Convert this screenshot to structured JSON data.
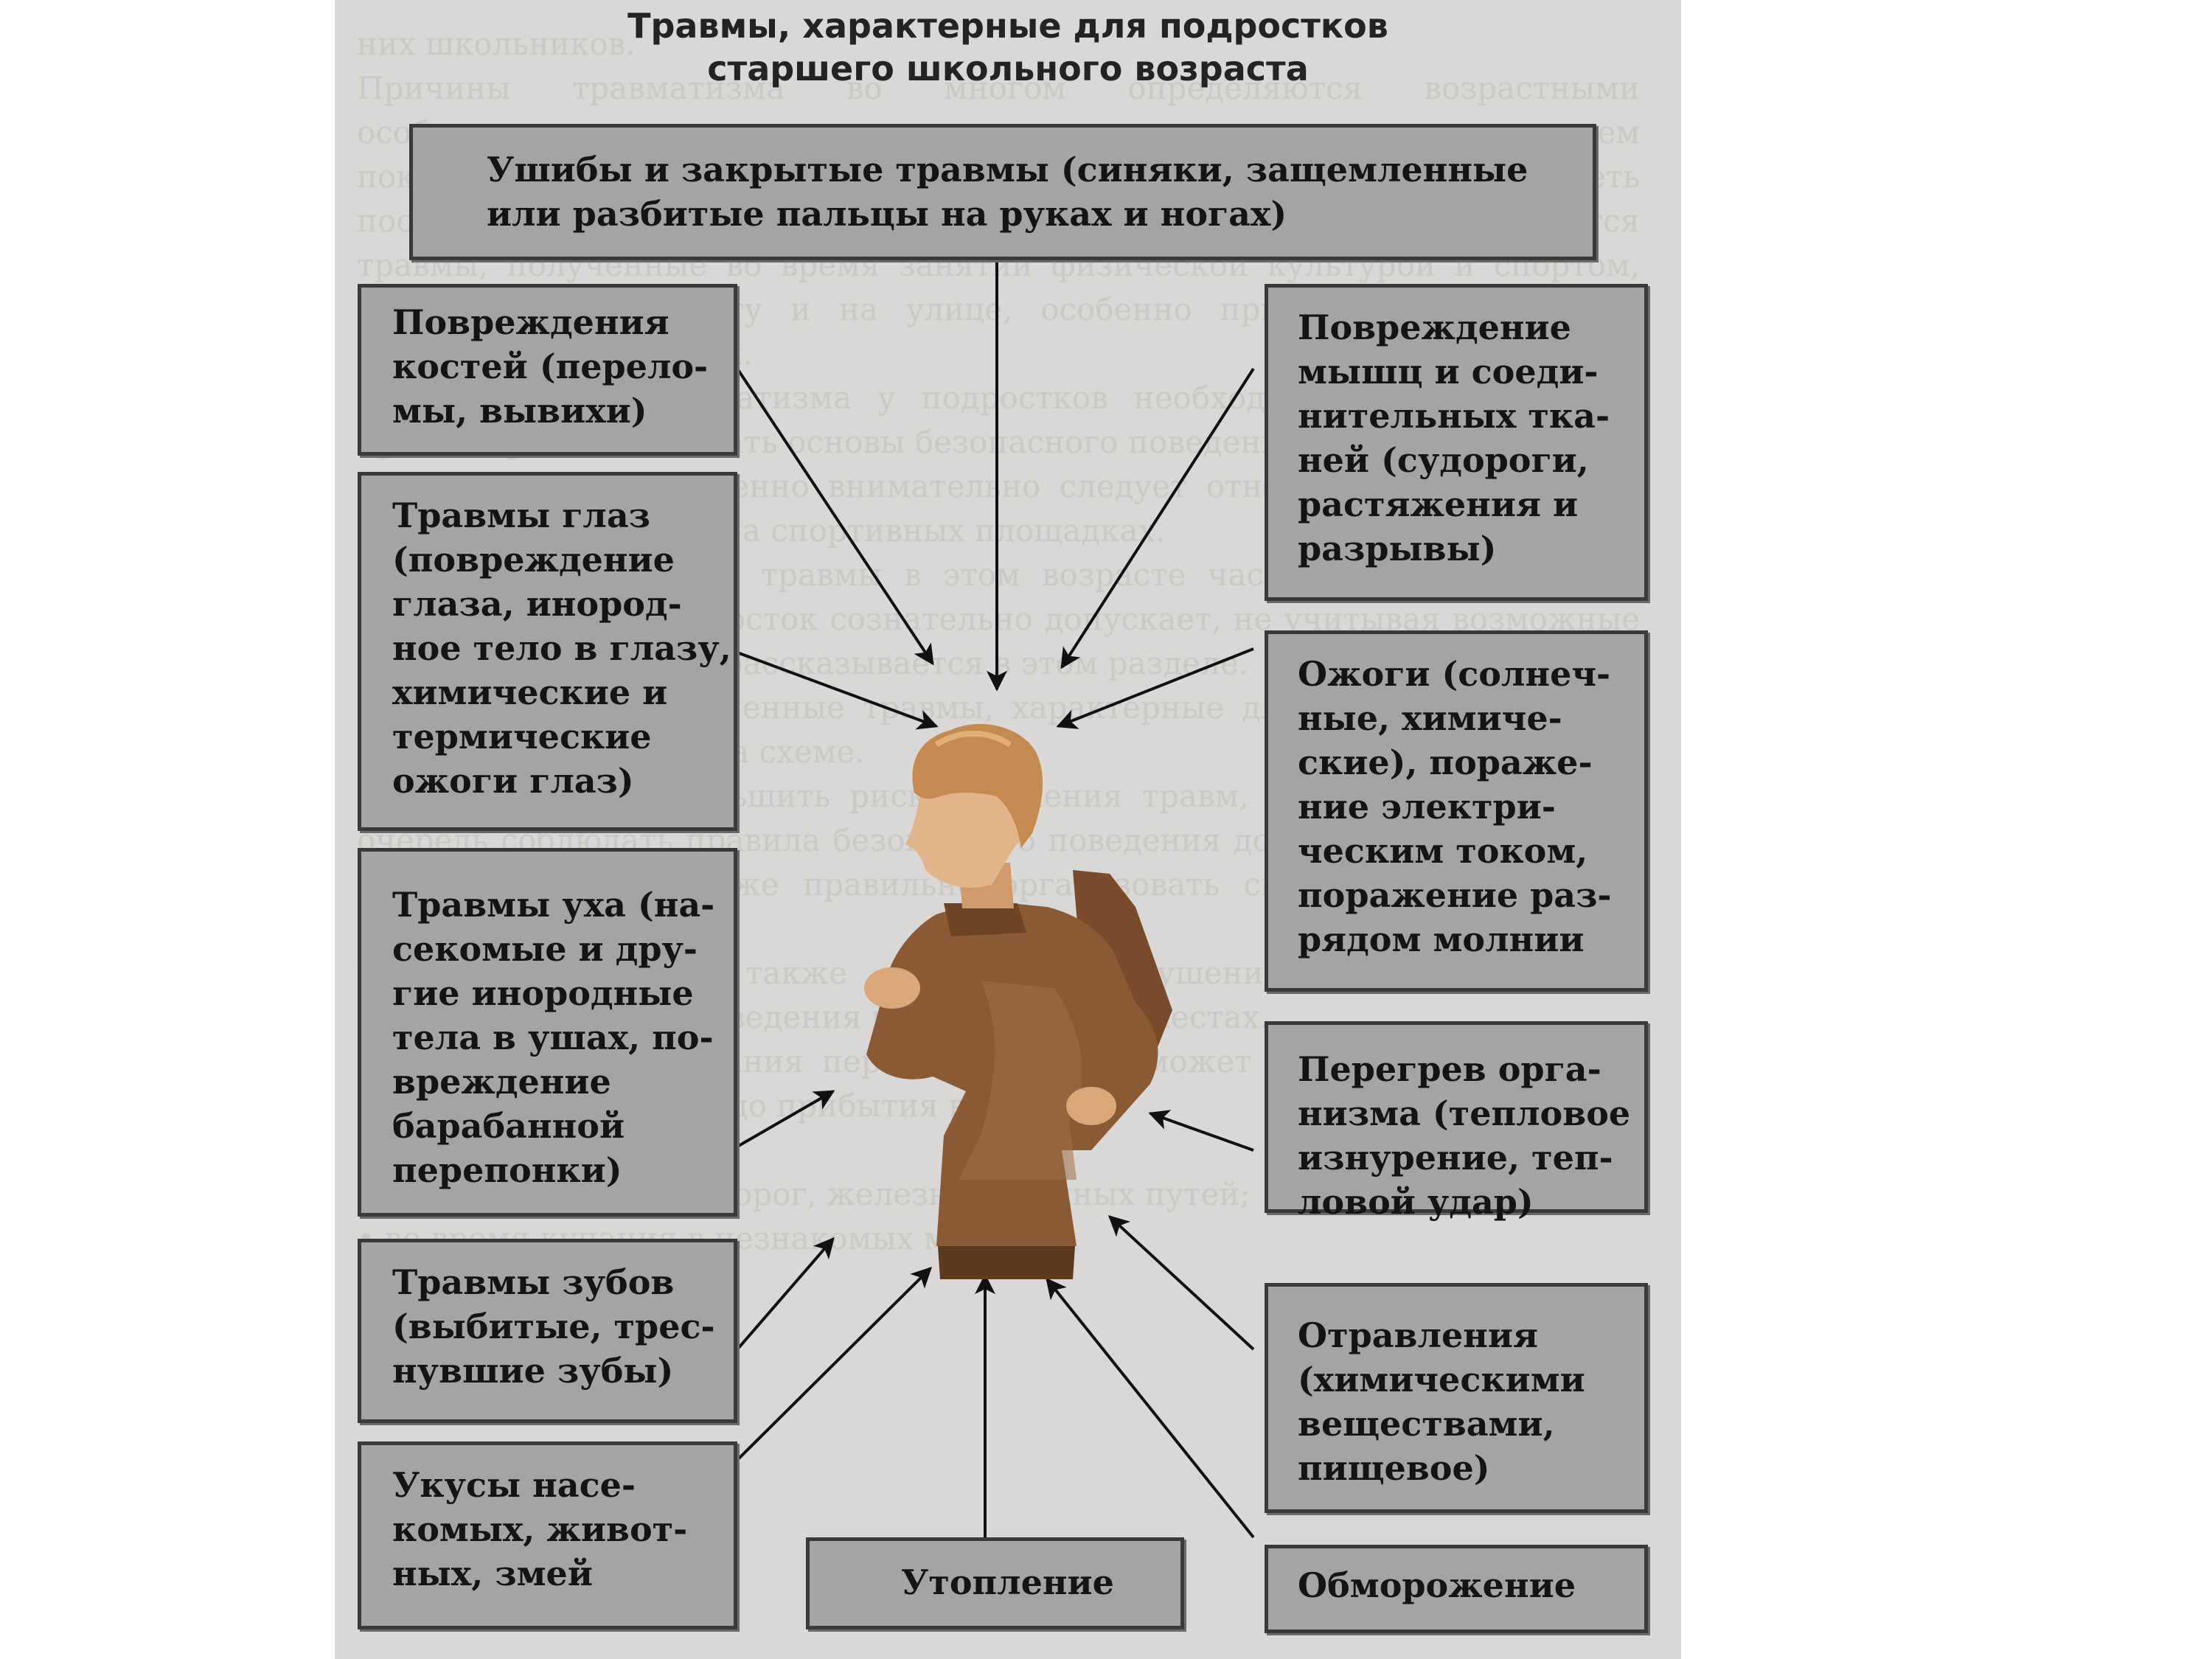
{
  "diagram": {
    "title": "Травмы, характерные для подростков\nстаршего школьного возраста",
    "center": {
      "icon": "teenager-figure"
    },
    "boxes": {
      "top": "Ушибы и закрытые травмы (синяки, защемленные\nили разбитые пальцы на руках и ногах)",
      "bones": "Повреждения\nкостей (перело-\nмы, вывихи)",
      "eyes": "Травмы глаз\n(повреждение\nглаза, инород-\nное тело в глазу,\nхимические и\nтермические\nожоги глаз)",
      "ears": "Травмы уха (на-\nсекомые и дру-\nгие инородные\nтела в ушах, по-\nвреждение\nбарабанной\nперепонки)",
      "teeth": "Травмы зубов\n(выбитые, трес-\nнувшие зубы)",
      "bites": "Укусы насе-\nкомых, живот-\nных, змей",
      "drowning": "Утопление",
      "muscles": "Повреждение\nмышц и соеди-\nнительных тка-\nней (судороги,\nрастяжения и\nразрывы)",
      "burns": "Ожоги (солнеч-\nные, химиче-\nские), пораже-\nние электри-\nческим током,\nпоражение раз-\nрядом молнии",
      "overheat": "Перегрев орга-\nнизма (тепловое\nизнурение, теп-\nловой удар)",
      "poisoning": "Отравления\n(химическими\nвеществами,\nпищевое)",
      "frostbite": "Обморожение"
    }
  },
  "background_text": "них школьников.\nПричины травматизма во многом определяются возрастными особенностями подростков, стремлением к самостоятельности, желанием показать себя взрослыми, недооценкой опасности, неумением предвидеть последствия своих действий. Наиболее распространенными являются травмы, полученные во время занятий физической культурой и спортом, при падениях, в быту и на улице, особенно при нарушении правил безопасного поведения.\nДля снижения травматизма у подростков необходимо соблюдать меры предосторожности, знать основы безопасного поведения и правила оказания первой помощи. Особенно внимательно следует относиться к занятиям в тренажерных залах и на спортивных площадках.\nСледует помнить, что травмы в этом возрасте часто бывают связаны с риском, который подросток сознательно допускает, не учитывая возможные последствия. Об этом рассказывается в этом разделе.\nНаиболее распространенные травмы, характерные для подростков вашего возраста, приведены на схеме.\nДля того чтобы уменьшить риск получения травм, необходимо в первую очередь соблюдать правила безопасного поведения дома, на улице, в школе и на природе, а также правильно организовать свой отдых и занятия спортом.\nТравмы могут быть также следствием нарушения правил дорожного движения и правил поведения в общественных местах.\nЗнание приемов оказания первой помощи поможет сохранить здоровье и жизнь пострадавшего до прибытия врача.\nв пещеру;\n• при переходе улиц, дорог, железнодорожных путей;\n• во время купания в незнакомых местах."
}
